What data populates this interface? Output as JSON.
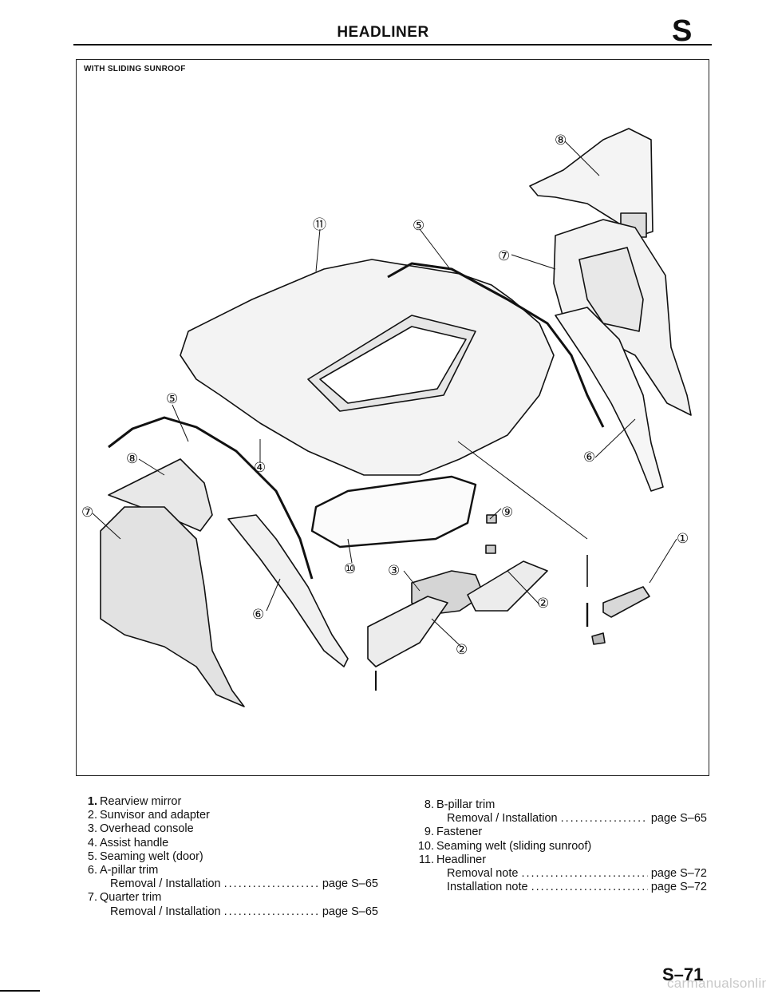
{
  "header": {
    "title": "HEADLINER",
    "section_letter": "S"
  },
  "figure": {
    "caption": "WITH SLIDING SUNROOF",
    "callouts": [
      "⑧",
      "⑪",
      "⑤",
      "⑦",
      "⑤",
      "⑧",
      "④",
      "⑦",
      "⑥",
      "⑥",
      "⑨",
      "①",
      "⑩",
      "③",
      "②",
      "②"
    ]
  },
  "parts_left": [
    {
      "number": "1.",
      "label": "Rearview mirror"
    },
    {
      "number": "2.",
      "label": "Sunvisor and adapter"
    },
    {
      "number": "3.",
      "label": "Overhead console"
    },
    {
      "number": "4.",
      "label": "Assist handle"
    },
    {
      "number": "5.",
      "label": "Seaming welt (door)"
    },
    {
      "number": "6.",
      "label": "A-pillar trim",
      "sub_label": "Removal / Installation",
      "sub_ref": "page S–65"
    },
    {
      "number": "7.",
      "label": "Quarter trim",
      "sub_label": "Removal / Installation",
      "sub_ref": "page S–65"
    }
  ],
  "parts_right": [
    {
      "number": "8.",
      "label": "B-pillar trim",
      "sub_label": "Removal / Installation",
      "sub_ref": "page S–65"
    },
    {
      "number": "9.",
      "label": "Fastener"
    },
    {
      "number": "10.",
      "label": "Seaming welt (sliding sunroof)"
    },
    {
      "number": "11.",
      "label": "Headliner",
      "sub_label": "Removal note",
      "sub_ref": "page S–72",
      "sub2_label": "Installation note",
      "sub2_ref": "page S–72"
    }
  ],
  "footer": {
    "page_number": "S–71",
    "watermark": "carmanualsonline.info"
  }
}
